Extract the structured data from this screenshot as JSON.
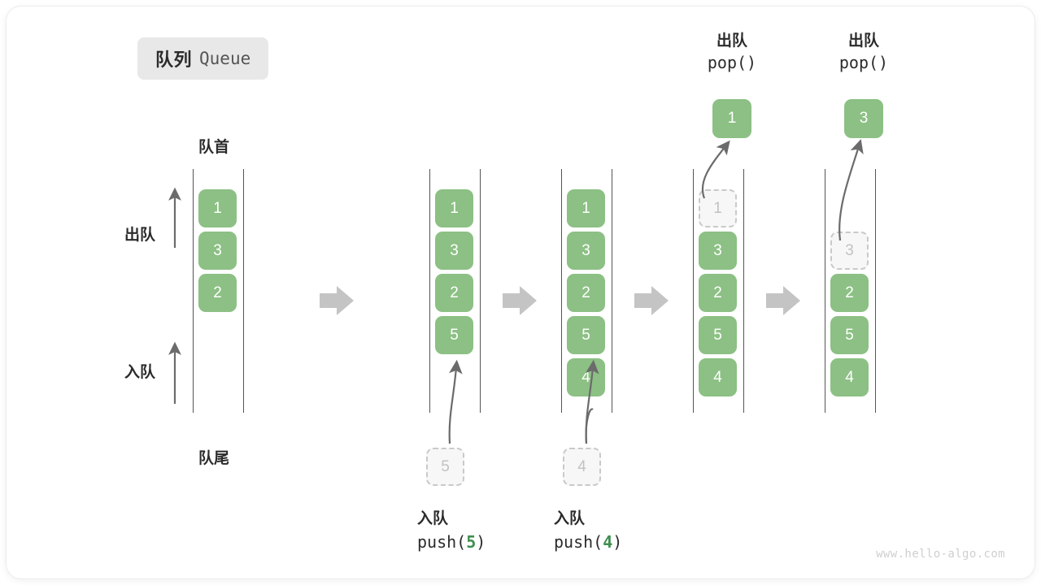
{
  "title": {
    "cn": "队列",
    "en": "Queue"
  },
  "labels": {
    "head": "队首",
    "tail": "队尾",
    "dequeue": "出队",
    "enqueue": "入队"
  },
  "watermark": "www.hello-algo.com",
  "colors": {
    "cell_fill": "#8cc084",
    "cell_text": "#ffffff",
    "ghost_fill": "#f7f7f7",
    "ghost_border": "#c9c9c9",
    "ghost_text": "#c2c2c2",
    "rail": "#555555",
    "arrow": "#6b6b6b",
    "step_arrow": "#c4c4c4",
    "badge_bg": "#e8e8e8",
    "code_arg": "#3f8f4f",
    "text": "#2b2b2b"
  },
  "columns": [
    {
      "id": "initial",
      "cells": [
        "1",
        "3",
        "2"
      ],
      "ghost_index": null,
      "ghost_value": null,
      "incoming": null,
      "popped": null,
      "header": null,
      "operation": null
    },
    {
      "id": "push-5",
      "cells": [
        "1",
        "3",
        "2",
        "5"
      ],
      "ghost_index": null,
      "ghost_value": null,
      "incoming": "5",
      "popped": null,
      "header": null,
      "operation": {
        "cn": "入队",
        "code_prefix": "push(",
        "arg": "5",
        "code_suffix": ")"
      }
    },
    {
      "id": "push-4",
      "cells": [
        "1",
        "3",
        "2",
        "5",
        "4"
      ],
      "ghost_index": null,
      "ghost_value": null,
      "incoming": "4",
      "popped": null,
      "header": null,
      "operation": {
        "cn": "入队",
        "code_prefix": "push(",
        "arg": "4",
        "code_suffix": ")"
      }
    },
    {
      "id": "pop-1",
      "cells": [
        "",
        "3",
        "2",
        "5",
        "4"
      ],
      "ghost_index": 0,
      "ghost_value": "1",
      "incoming": null,
      "popped": "1",
      "header": {
        "cn": "出队",
        "code": "pop()"
      },
      "operation": null
    },
    {
      "id": "pop-3",
      "cells": [
        "",
        "",
        "2",
        "5",
        "4"
      ],
      "ghost_index": 1,
      "ghost_value": "3",
      "incoming": null,
      "popped": "3",
      "header": {
        "cn": "出队",
        "code": "pop()"
      },
      "operation": null
    }
  ]
}
